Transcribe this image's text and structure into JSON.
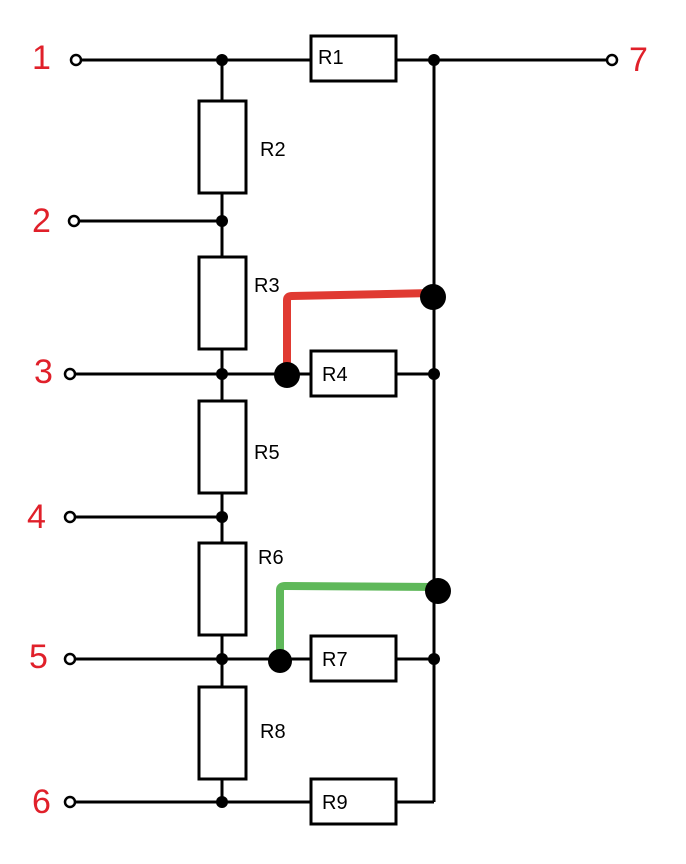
{
  "terminals": [
    "1",
    "2",
    "3",
    "4",
    "5",
    "6",
    "7"
  ],
  "resistors": [
    "R1",
    "R2",
    "R3",
    "R4",
    "R5",
    "R6",
    "R7",
    "R8",
    "R9"
  ],
  "jumpers": [
    {
      "from": "3",
      "to": "7",
      "color": "#e03a32"
    },
    {
      "from": "5",
      "to": "7",
      "color": "#5fb85a"
    }
  ],
  "colors": {
    "wire": "#000000",
    "terminal_label": "#e0202a"
  }
}
